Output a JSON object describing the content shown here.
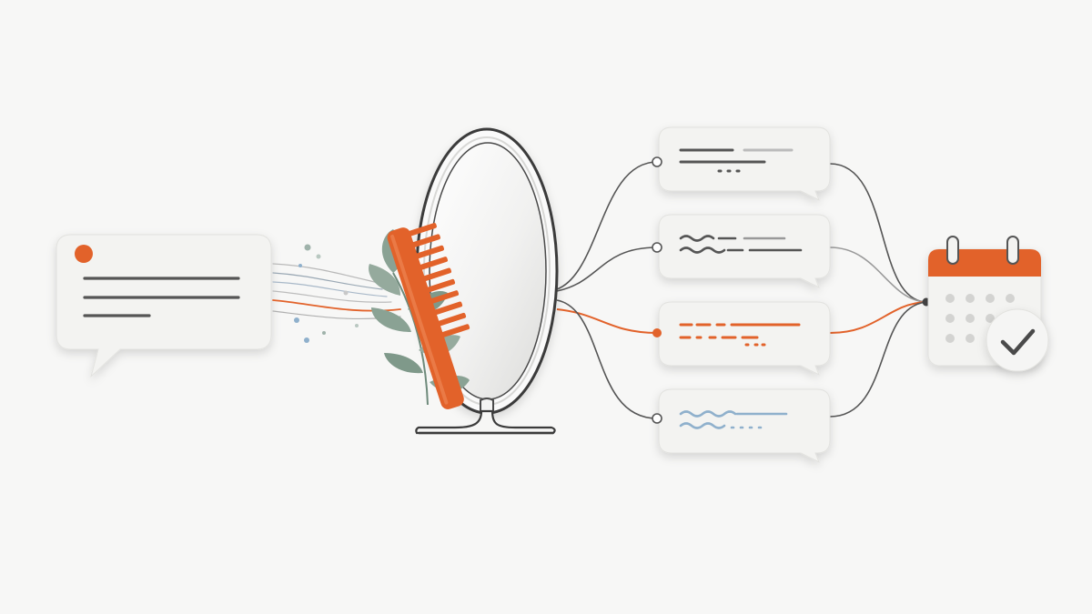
{
  "colors": {
    "background": "#f7f7f6",
    "paper": "#f3f3f1",
    "ink": "#4a4a4a",
    "accent_orange": "#e2622a",
    "leaf_green": "#8aa294",
    "soft_blue": "#8fb0cc",
    "connector": "#555555"
  },
  "icons": {
    "input_bubble": "chat-bubble-icon",
    "comb": "comb-icon",
    "mirror": "vanity-mirror-icon",
    "leaves": "leaf-sprig-icon",
    "calendar": "calendar-check-icon"
  },
  "diagram": {
    "input": {
      "line_count": 3,
      "has_status_dot": true
    },
    "transform": [
      "mirror",
      "comb",
      "leaves"
    ],
    "outputs": [
      {
        "style": "plain",
        "color": "ink"
      },
      {
        "style": "wavy",
        "color": "ink"
      },
      {
        "style": "dashed",
        "color": "accent_orange",
        "highlighted": true
      },
      {
        "style": "wavy",
        "color": "soft_blue"
      }
    ],
    "destination": {
      "type": "calendar",
      "checked": true
    }
  }
}
